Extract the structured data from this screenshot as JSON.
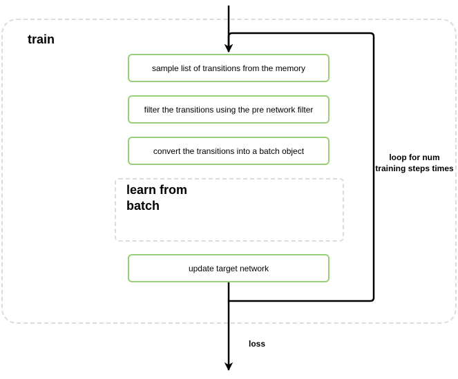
{
  "container": {
    "title": "train"
  },
  "steps": [
    {
      "id": "sample",
      "label": "sample list of transitions from the memory"
    },
    {
      "id": "filter",
      "label": "filter the transitions using the pre network filter"
    },
    {
      "id": "convert",
      "label": "convert the transitions into a batch object"
    },
    {
      "id": "update",
      "label": "update target network"
    }
  ],
  "learn_group": {
    "title": "learn from batch"
  },
  "loop": {
    "label": "loop for num training steps times"
  },
  "output": {
    "label": "loss"
  },
  "colors": {
    "step_border": "#97d077",
    "dashed_border": "#dcdcdc",
    "arrow": "#000000"
  }
}
